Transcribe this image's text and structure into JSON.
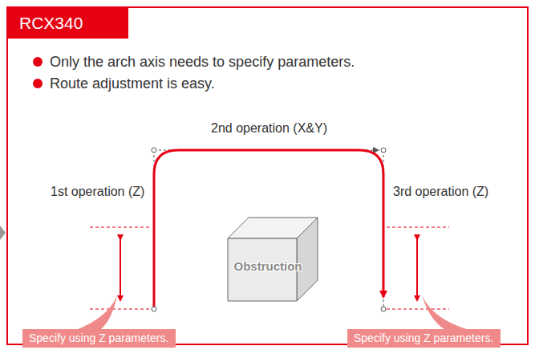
{
  "diagram": {
    "nodes": [
      {
        "text": [
          "RCX340"
        ]
      },
      {
        "text": [
          "Obstruction"
        ],
        "in": 0
      },
      {
        "text": [
          "Specify using Z parameters."
        ],
        "in": 0
      },
      {
        "text": [
          "Specify using Z parameters."
        ],
        "in": 0
      }
    ],
    "labels": [
      "Only the arch axis needs to specify parameters.",
      "Route adjustment is easy.",
      "2nd operation (X&Y)",
      "1st operation (Z)",
      "3rd operation (Z)"
    ]
  }
}
